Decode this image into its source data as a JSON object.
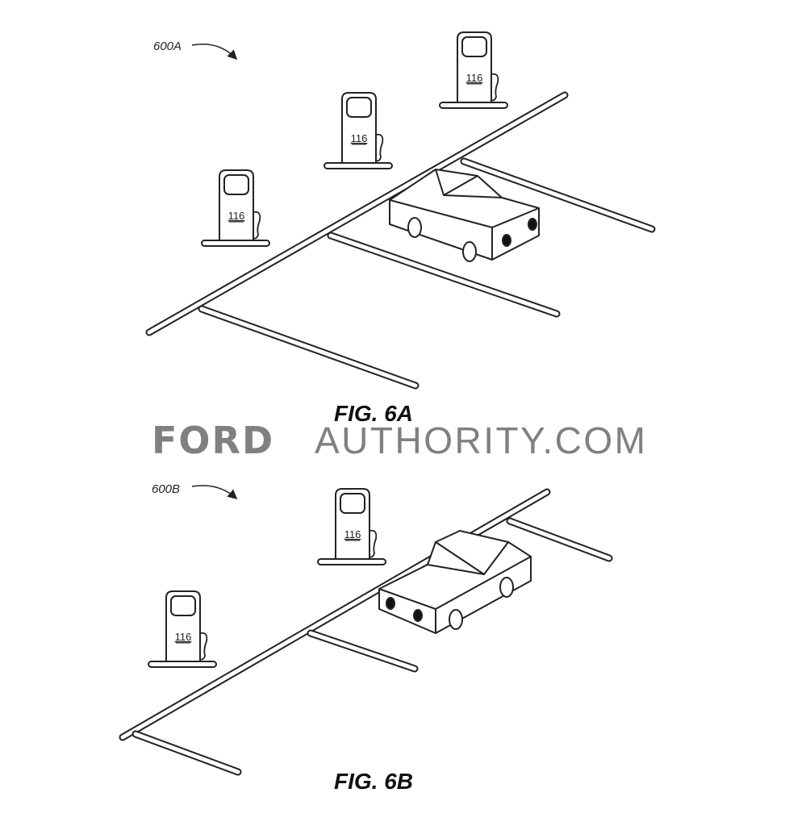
{
  "figure_a": {
    "reference": "600A",
    "caption": "FIG. 6A",
    "pump_labels": [
      "116",
      "116",
      "116"
    ]
  },
  "figure_b": {
    "reference": "600B",
    "caption": "FIG. 6B",
    "pump_labels": [
      "116",
      "116"
    ]
  },
  "watermark": {
    "brand": "FORD",
    "suffix": "AUTHORITY.COM"
  }
}
